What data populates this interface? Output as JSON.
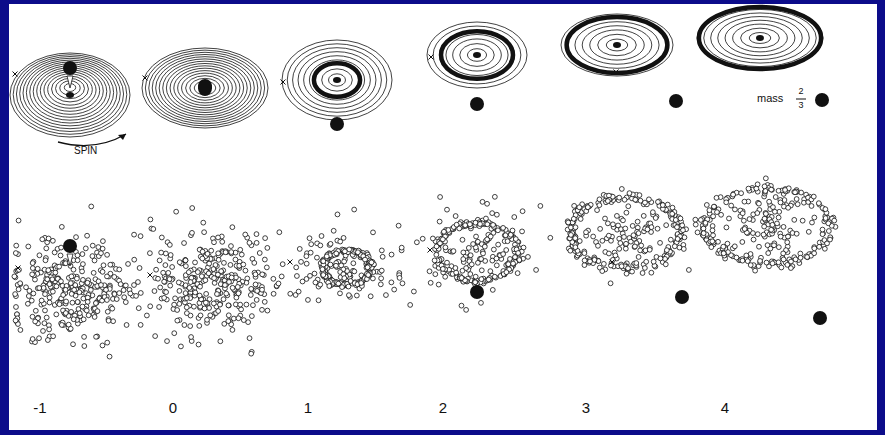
{
  "diagram": {
    "labels": [
      "SPIN",
      "mass",
      "2",
      "3",
      "-1",
      "0",
      "1",
      "2",
      "3",
      "4"
    ]
  }
}
